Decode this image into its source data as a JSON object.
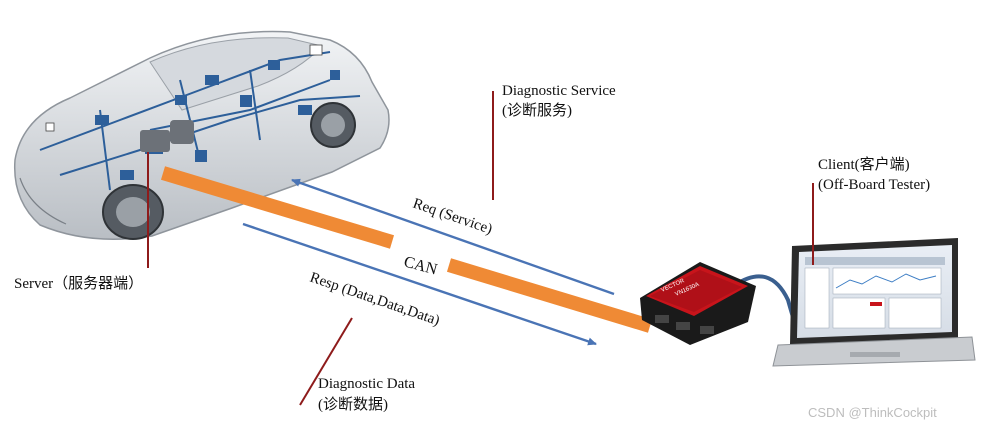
{
  "diagram": {
    "service_label": "Diagnostic Service",
    "service_label_cn": "(诊断服务)",
    "client_label": "Client(客户端)",
    "client_sub_label": "(Off-Board Tester)",
    "server_label": "Server（服务器端）",
    "req_label": "Req (Service)",
    "bus_label": "CAN",
    "resp_label": "Resp (Data,Data,Data)",
    "data_label": "Diagnostic Data",
    "data_label_cn": "(诊断数据)",
    "watermark": "CSDN @ThinkCockpit",
    "interface_brand": "VECTOR",
    "interface_model": "VN1630A"
  },
  "colors": {
    "bus": "#ef8a35",
    "arrow": "#4a74b5",
    "marker": "#8e1b1b",
    "car_wire": "#2d5f9a",
    "interface_red": "#c8141b"
  },
  "icons": [
    "car-illustration",
    "vector-interface-device",
    "laptop-icon",
    "usb-cable"
  ]
}
